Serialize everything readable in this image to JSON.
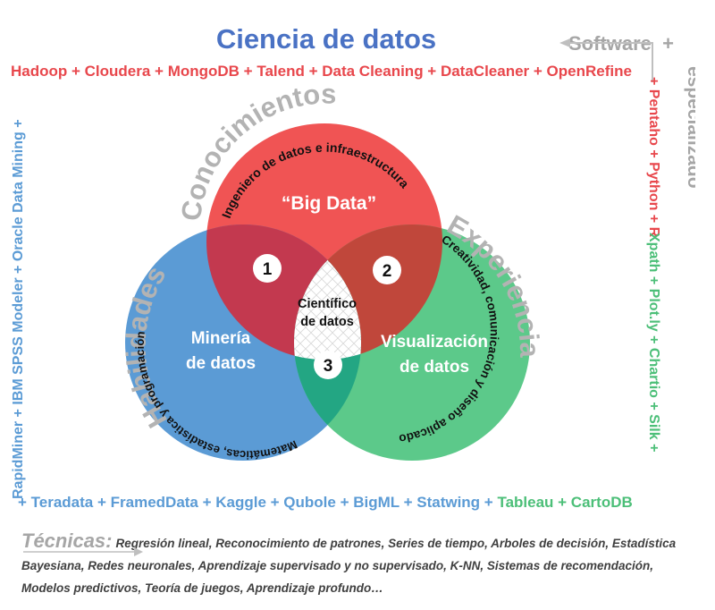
{
  "title": "Ciencia de datos",
  "software": {
    "label": "Software",
    "plus": "+",
    "especializado": "especializado",
    "top_tools": "Hadoop + Cloudera + MongoDB + Talend + Data Cleaning + DataCleaner + OpenRefine",
    "right_tools_red": "+ Pentaho + Python + R +",
    "right_tools_green": "Xpath + Plot.ly + Chartio + Silk +",
    "left_tools": "RapidMiner + IBM SPSS Modeler + Oracle Data Mining +",
    "bottom_tools_blue": "+ Teradata + FramedData + Kaggle + Qubole + BigML + Statwing +",
    "bottom_tools_green": "Tableau + CartoDB"
  },
  "venn": {
    "top": {
      "arc_label": "Conocimientos",
      "inner_arc": "Ingeniero de datos e infraestructura",
      "center": "“Big Data”",
      "color": "#f05454"
    },
    "left": {
      "arc_label": "Habilidades",
      "inner_arc": "Matemáticas, estadística y programación",
      "center_line1": "Minería",
      "center_line2": "de datos",
      "color": "#5b9bd5"
    },
    "right": {
      "arc_label": "Experiencia",
      "inner_arc": "Creatividad, comunicación y diseño aplicado",
      "center_line1": "Visualización",
      "center_line2": "de datos",
      "color": "#5cc98a"
    },
    "center_line1": "Científico",
    "center_line2": "de datos",
    "markers": [
      "1",
      "2",
      "3"
    ]
  },
  "tecnicas": {
    "label": "Técnicas:",
    "text": "Regresión lineal, Reconocimiento de patrones, Series de tiempo, Arboles de decisión, Estadística Bayesiana, Redes neuronales, Aprendizaje supervisado y no supervisado, K-NN, Sistemas de recomendación, Modelos predictivos, Teoría de juegos, Aprendizaje profundo…"
  }
}
